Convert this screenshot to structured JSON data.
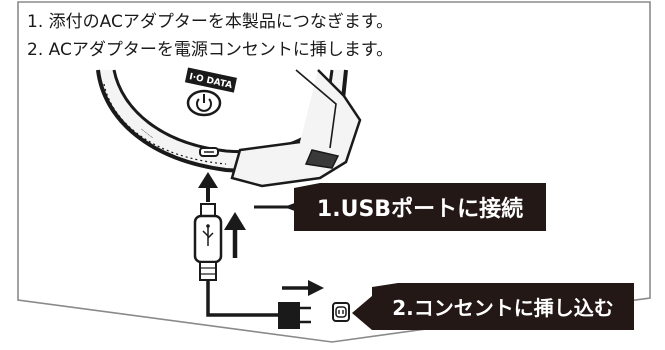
{
  "instructions": [
    "1. 添付のACアダプターを本製品につなぎます。",
    "2. ACアダプターを電源コンセントに挿します。"
  ],
  "callouts": {
    "usb_port": "1.USBポートに接続",
    "outlet": "2.コンセントに挿し込む"
  },
  "device": {
    "brand_label": "I·O DATA",
    "power_icon": "power-icon",
    "usb_symbol": "usb-icon"
  },
  "colors": {
    "callout_bg": "#231815",
    "callout_text": "#ffffff",
    "line": "#1a1a1a"
  }
}
